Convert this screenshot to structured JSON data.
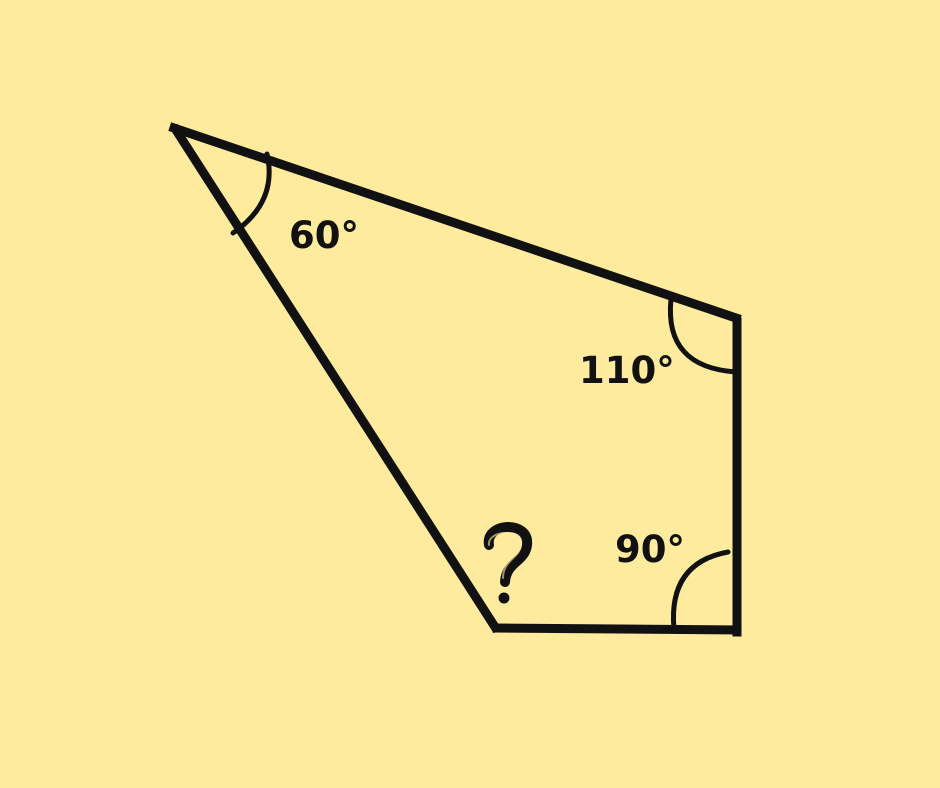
{
  "diagram": {
    "angles": {
      "top_left": "60°",
      "right_top": "110°",
      "bottom_right": "90°",
      "unknown": "?"
    },
    "colors": {
      "background": "#FFEB9E",
      "stroke": "#111111"
    }
  }
}
